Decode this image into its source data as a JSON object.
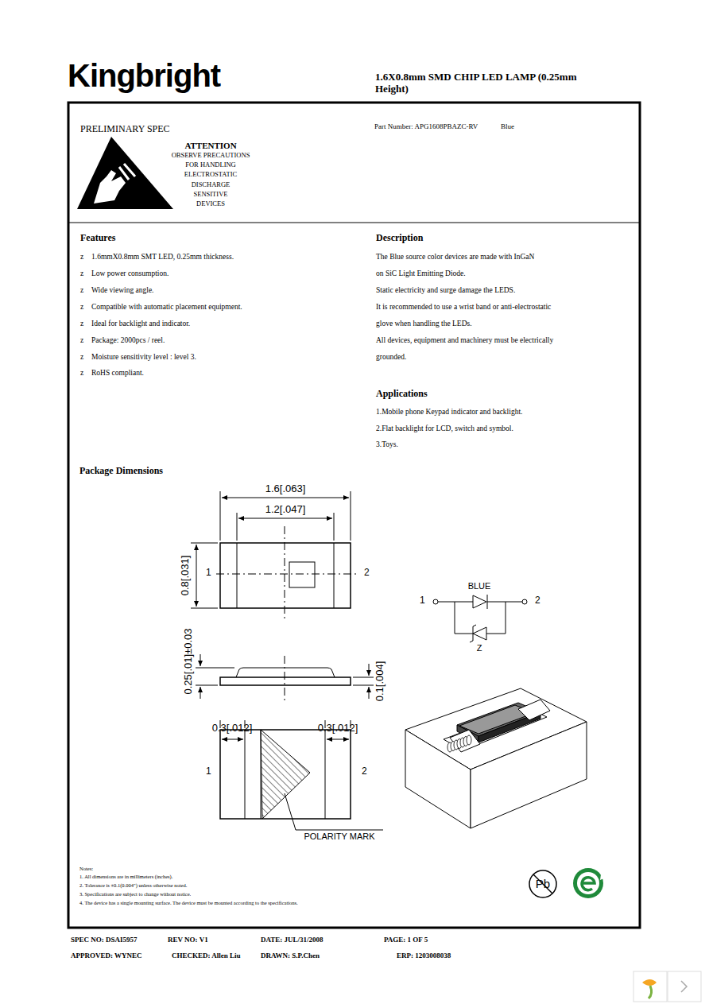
{
  "diagram": {
    "title": "1.6X0.8mm SMD CHIP LED LAMP (0.25mm Height)",
    "labels": [
      "Kingbright",
      "PRELIMINARY SPEC",
      "Part Number: APG1608PBAZC-RV",
      "Blue",
      "ATTENTION",
      "OBSERVE PRECAUTIONS",
      "FOR HANDLING",
      "ELECTROSTATIC",
      "DISCHARGE",
      "SENSITIVE",
      "DEVICES",
      "Features",
      "z",
      "1.6mmX0.8mm SMT LED, 0.25mm thickness.",
      "z",
      "Low power consumption.",
      "z",
      "Wide viewing angle.",
      "z",
      "Compatible with automatic placement equipment.",
      "z",
      "Ideal for backlight and indicator.",
      "z",
      "Package: 2000pcs / reel.",
      "z",
      "Moisture sensitivity level : level 3.",
      "z",
      "RoHS compliant.",
      "Description",
      "The Blue source color devices are made with InGaN",
      "on SiC Light Emitting Diode.",
      "Static electricity and surge damage the LEDS.",
      "It is recommended to use a wrist band or anti-electrostatic",
      "glove when handling the LEDs.",
      "All devices, equipment and machinery must be electrically",
      "grounded.",
      "Applications",
      "1.Mobile phone Keypad indicator and backlight.",
      "2.Flat backlight for LCD, switch and symbol.",
      "3.Toys.",
      "Package Dimensions",
      "1.6[.063]",
      "1.2[.047]",
      "0.8[.031]",
      "1",
      "2",
      "BLUE",
      "1",
      "2",
      "Z",
      "0.25[.01]±0.03",
      "0.1[.004]",
      "0.3[.012]",
      "0.3[.012]",
      "1",
      "2",
      "POLARITY MARK",
      "Notes:",
      "1. All dimensions are in millimeters (inches).",
      "2. Tolerance is ±0.1(0.004\") unless otherwise noted.",
      "3. Specifications are subject to change without notice.",
      "4. The device has a single mounting surface. The device must be mounted according to the specifications.",
      "Pb",
      "SPEC NO: DSAI5957",
      "REV NO: V1",
      "DATE: JUL/31/2008",
      "PAGE: 1 OF 5",
      "APPROVED: WYNEC",
      "CHECKED: Allen Liu",
      "DRAWN: S.P.Chen",
      "ERP: 1203008038"
    ]
  }
}
